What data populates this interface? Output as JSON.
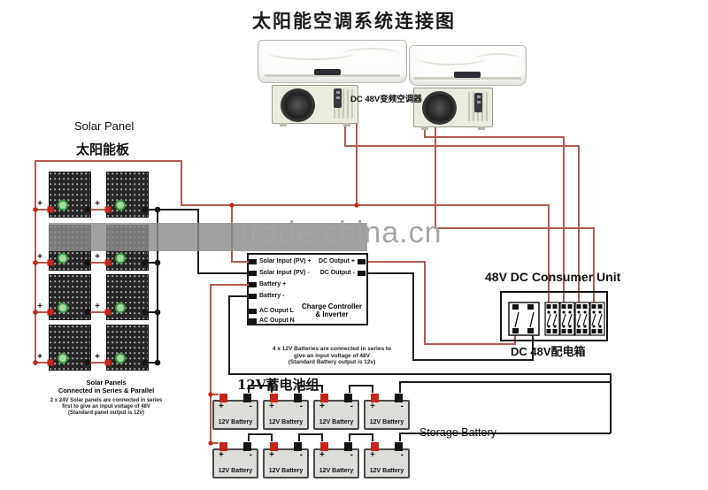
{
  "title": "太阳能空调系统连接图",
  "watermark": {
    "text": "trade.china.cn"
  },
  "labels": {
    "solar_panel_en": "Solar Panel",
    "solar_panel_zh": "太阳能板",
    "ac_unit": "DC 48V变频空调器",
    "battery_group_zh": "12V蓄电池组",
    "storage_battery": "Storage Battery"
  },
  "solar_caption": [
    "Solar Panels",
    "Connected in Series & Parallel"
  ],
  "solar_note": [
    "2 x 24V Solar panels are connected in series",
    "first to give an input voltage of 48V",
    "(Standard panel output is 12v)"
  ],
  "battery_note": [
    "4 x 12V Batteries are connected in series to",
    "give an input voltage of 48V",
    "(Standard Battery output is 12v)"
  ],
  "controller": {
    "left_terminals": [
      "Solar Input (PV) +",
      "Solar Input (PV) -",
      "Battery +",
      "Battery -",
      "AC Ouput L",
      "AC Ouput N"
    ],
    "right_terminals": [
      "DC Output +",
      "DC Output -"
    ],
    "label": [
      "Charge Controller",
      "& Inverter"
    ]
  },
  "consumer": {
    "title": "48V DC Consumer Unit",
    "sub": "DC  48V配电箱"
  },
  "battery": {
    "name": "12V Battery",
    "plus": "+",
    "minus": "-"
  },
  "solar": {
    "plus": "+",
    "minus": "-"
  },
  "colors": {
    "wire_positive": "#b25a4f",
    "wire_negative": "#1c1c1c",
    "terminal_red": "#c4261d",
    "panel_green": "#3f9a45"
  }
}
